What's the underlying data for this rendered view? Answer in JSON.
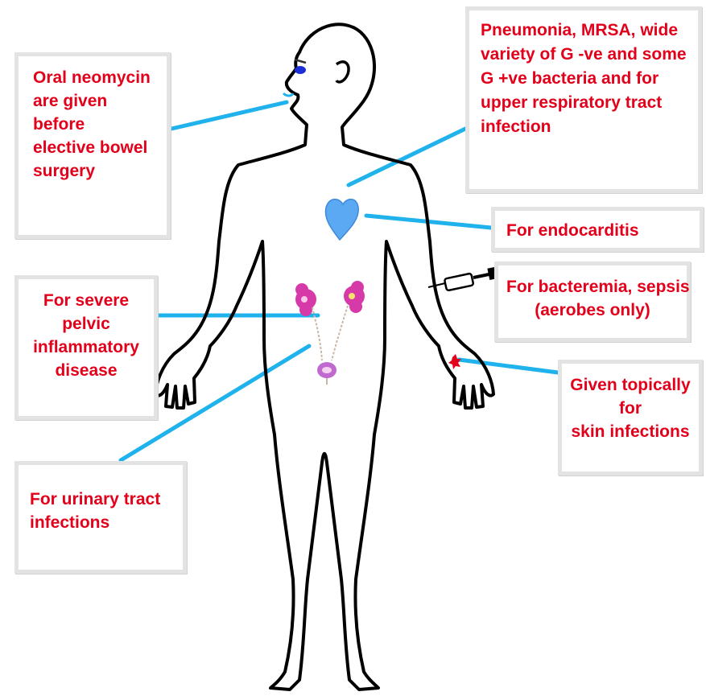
{
  "colors": {
    "label_text": "#e2001a",
    "leader_line": "#1fb2ec",
    "box_border": "#e3e3e3",
    "body_outline": "#000000",
    "heart": "#5aa9f2",
    "organs": "#d63aa8",
    "skin_mark": "#e2001a"
  },
  "icons": [
    "human-body-outline",
    "heart-icon",
    "syringe-icon",
    "kidney-icon",
    "bladder-icon",
    "wound-icon"
  ],
  "callouts": {
    "oral": {
      "lines": [
        "Oral neomycin",
        "are given",
        "before",
        "elective bowel",
        "surgery"
      ]
    },
    "pneumonia": {
      "lines": [
        "Pneumonia, MRSA, wide",
        "variety of G -ve and some",
        "G +ve bacteria and for",
        "upper respiratory tract",
        "infection"
      ]
    },
    "endocarditis": {
      "lines": [
        "For endocarditis"
      ]
    },
    "bacteremia": {
      "lines": [
        "For bacteremia, sepsis",
        "(aerobes only)"
      ]
    },
    "pelvic": {
      "lines": [
        "For severe",
        "pelvic",
        "inflammatory",
        "disease"
      ]
    },
    "skin": {
      "lines": [
        "Given topically",
        "for",
        "skin infections"
      ]
    },
    "urinary": {
      "lines": [
        "For urinary tract",
        "infections"
      ]
    }
  }
}
